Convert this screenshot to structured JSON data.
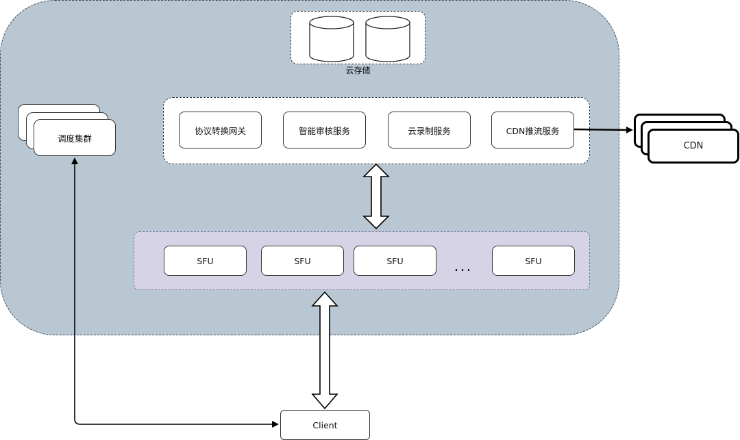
{
  "cloud_storage": {
    "label": "云存储",
    "disk_icons": [
      "database-icon",
      "database-icon"
    ]
  },
  "services": [
    {
      "label": "协议转换网关"
    },
    {
      "label": "智能审核服务"
    },
    {
      "label": "云录制服务"
    },
    {
      "label": "CDN推流服务"
    }
  ],
  "sfu_nodes": [
    {
      "label": "SFU"
    },
    {
      "label": "SFU"
    },
    {
      "label": "SFU"
    },
    {
      "label": "SFU"
    }
  ],
  "sfu_ellipsis": "...",
  "scheduler_cluster": {
    "label": "调度集群"
  },
  "cdn": {
    "label": "CDN"
  },
  "client": {
    "label": "Client"
  },
  "colors": {
    "cloud_region": "#b8c7d2",
    "sfu_panel": "#d6d3e6",
    "node_fill": "#ffffff",
    "stroke": "#000000"
  }
}
